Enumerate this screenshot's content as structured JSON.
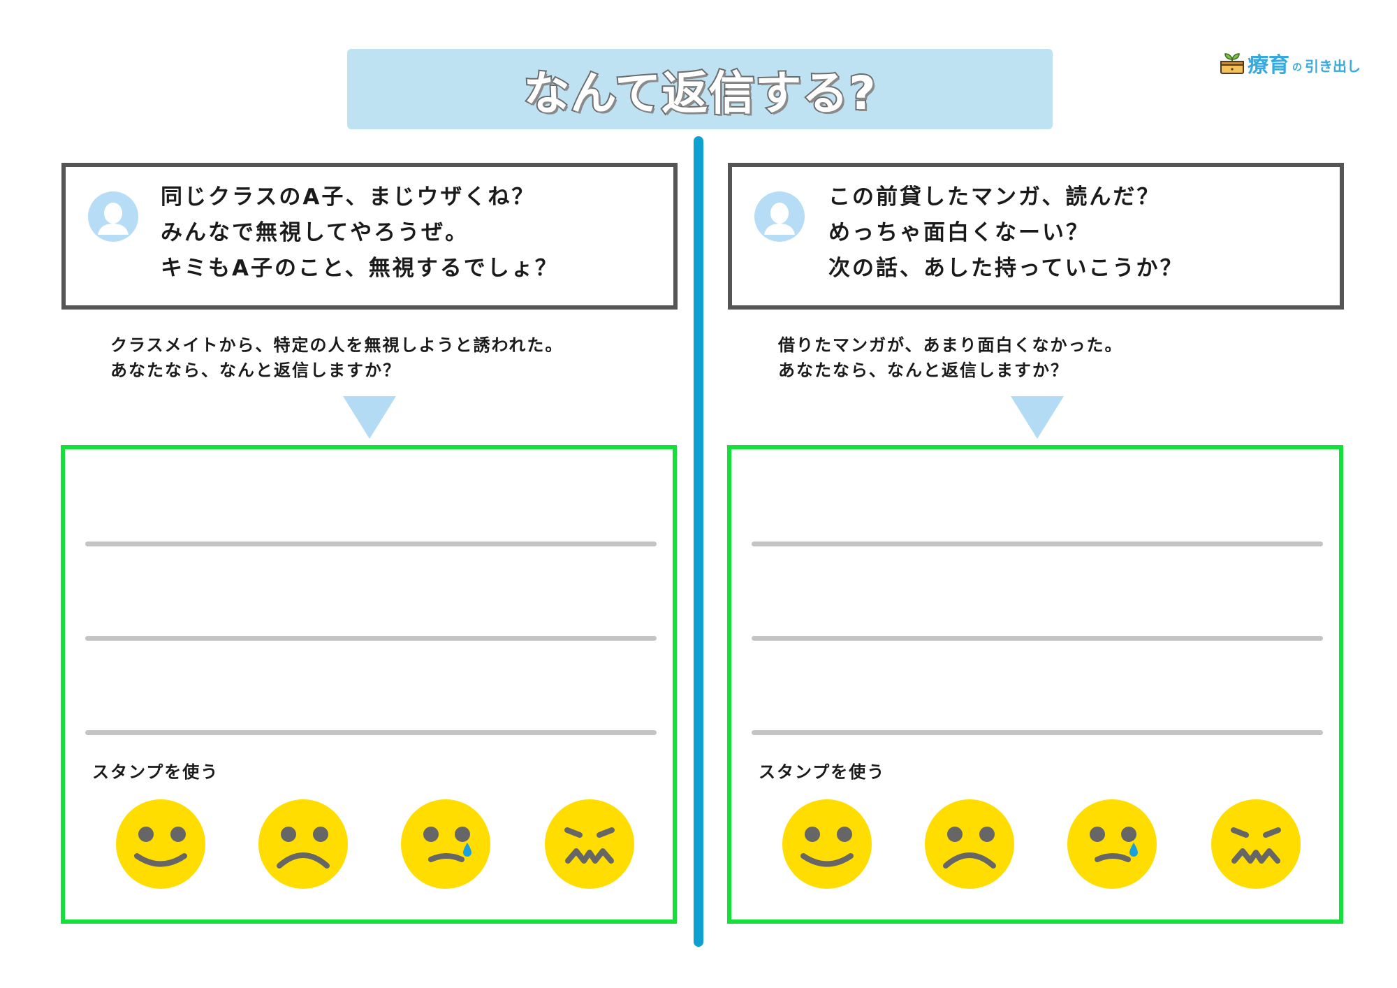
{
  "header": {
    "title": "なんて返信する?",
    "logo": {
      "main": "療育",
      "no": "の",
      "sub": "引き出し",
      "icon": "sprout-drawer-icon"
    }
  },
  "colors": {
    "title_bg": "#bfe2f3",
    "divider": "#0ea0d1",
    "message_border": "#555555",
    "answer_border": "#14e03a",
    "avatar": "#b7dcf5",
    "arrow": "#b3dcf4",
    "write_line": "#c4c4c4",
    "stamp_face": "#ffdd00",
    "stamp_feature": "#666666",
    "tear": "#1a9fe0",
    "logo": "#37a9e1"
  },
  "panels": [
    {
      "message": {
        "avatar_icon": "user-avatar-icon",
        "lines": [
          "同じクラスのA子、まじウザくね？",
          "みんなで無視してやろうぜ。",
          "キミもA子のこと、無視するでしょ？"
        ]
      },
      "prompt": {
        "lines": [
          "クラスメイトから、特定の人を無視しようと誘われた。",
          "あなたなら、なんと返信しますか？"
        ]
      },
      "answer": {
        "write_lines": 3,
        "stamp_label": "スタンプを使う",
        "stamps": [
          "smile",
          "frown",
          "cry",
          "angry"
        ]
      }
    },
    {
      "message": {
        "avatar_icon": "user-avatar-icon",
        "lines": [
          "この前貸したマンガ、読んだ？",
          "めっちゃ面白くなーい？",
          "次の話、あした持っていこうか？"
        ]
      },
      "prompt": {
        "lines": [
          "借りたマンガが、あまり面白くなかった。",
          "あなたなら、なんと返信しますか？"
        ]
      },
      "answer": {
        "write_lines": 3,
        "stamp_label": "スタンプを使う",
        "stamps": [
          "smile",
          "frown",
          "cry",
          "angry"
        ]
      }
    }
  ]
}
